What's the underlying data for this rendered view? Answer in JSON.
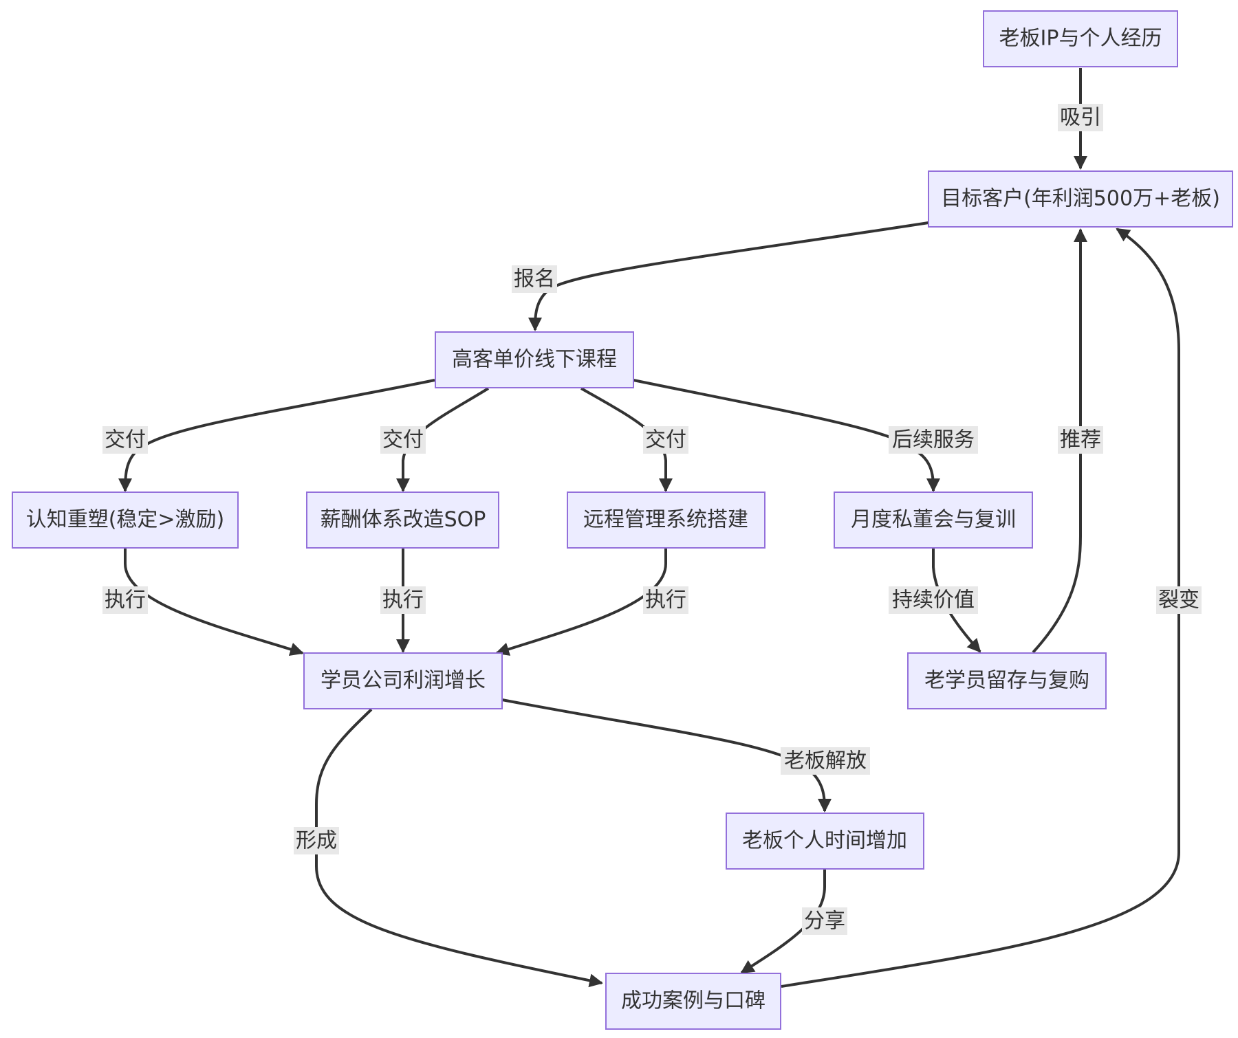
{
  "diagram": {
    "nodes": {
      "n1": "老板IP与个人经历",
      "n2": "目标客户(年利润500万+老板)",
      "n3": "高客单价线下课程",
      "n4": "认知重塑(稳定>激励)",
      "n5": "薪酬体系改造SOP",
      "n6": "远程管理系统搭建",
      "n7": "月度私董会与复训",
      "n8": "学员公司利润增长",
      "n9": "老学员留存与复购",
      "n10": "老板个人时间增加",
      "n11": "成功案例与口碑"
    },
    "edges": [
      {
        "from": "n1",
        "to": "n2",
        "label": "吸引"
      },
      {
        "from": "n2",
        "to": "n3",
        "label": "报名"
      },
      {
        "from": "n3",
        "to": "n4",
        "label": "交付"
      },
      {
        "from": "n3",
        "to": "n5",
        "label": "交付"
      },
      {
        "from": "n3",
        "to": "n6",
        "label": "交付"
      },
      {
        "from": "n3",
        "to": "n7",
        "label": "后续服务"
      },
      {
        "from": "n4",
        "to": "n8",
        "label": "执行"
      },
      {
        "from": "n5",
        "to": "n8",
        "label": "执行"
      },
      {
        "from": "n6",
        "to": "n8",
        "label": "执行"
      },
      {
        "from": "n7",
        "to": "n9",
        "label": "持续价值"
      },
      {
        "from": "n9",
        "to": "n2",
        "label": "推荐"
      },
      {
        "from": "n8",
        "to": "n10",
        "label": "老板解放"
      },
      {
        "from": "n8",
        "to": "n11",
        "label": "形成"
      },
      {
        "from": "n10",
        "to": "n11",
        "label": "分享"
      },
      {
        "from": "n11",
        "to": "n2",
        "label": "裂变"
      }
    ]
  }
}
